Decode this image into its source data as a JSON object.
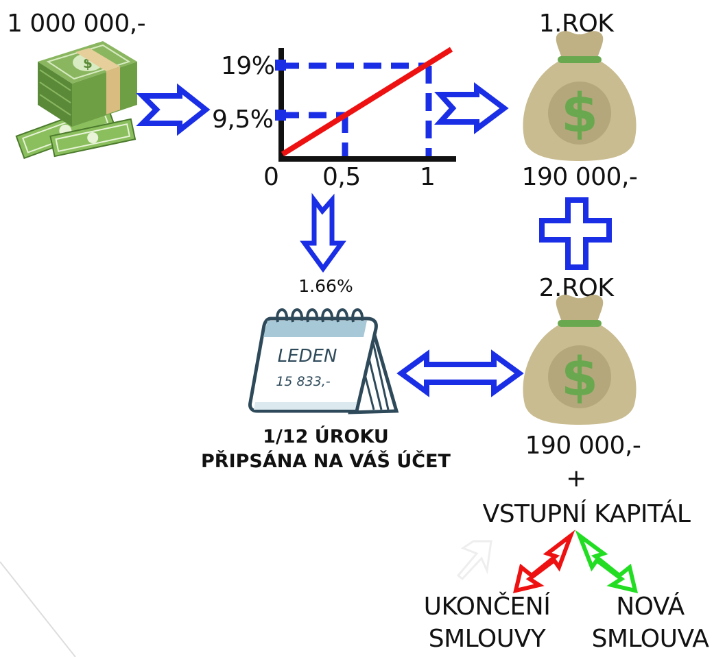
{
  "labels": {
    "initial_amount": "1 000 000,-",
    "year1_title": "1.ROK",
    "year1_amount": "190 000,-",
    "year2_title": "2.ROK",
    "year2_amount": "190 000,-",
    "plus_sign": "+",
    "entry_capital": "VSTUPNÍ KAPITÁL",
    "monthly_rate": "1.66%",
    "calendar_month": "LEDEN",
    "calendar_value": "15 833,-",
    "interest_line1": "1/12 ÚROKU",
    "interest_line2": "PŘIPSÁNA NA VÁŠ ÚČET",
    "termination_line1": "UKONČENÍ",
    "termination_line2": "SMLOUVY",
    "new_contract_line1": "NOVÁ",
    "new_contract_line2": "SMLOUVA"
  },
  "graph": {
    "y_ticks": [
      "19%",
      "9,5%"
    ],
    "x_ticks": [
      "0",
      "0,5",
      "1"
    ],
    "line_color": "#ee1111",
    "guide_color": "#1a2ee6"
  },
  "colors": {
    "arrow_blue": "#1a2ee6",
    "arrow_red": "#ee1111",
    "arrow_green": "#22dd22",
    "money_green": "#5e8a3a",
    "bag": "#c9bc90",
    "dollar_green": "#6aa84f"
  },
  "icons": [
    "money-stack-icon",
    "money-bag-icon",
    "calendar-icon"
  ]
}
